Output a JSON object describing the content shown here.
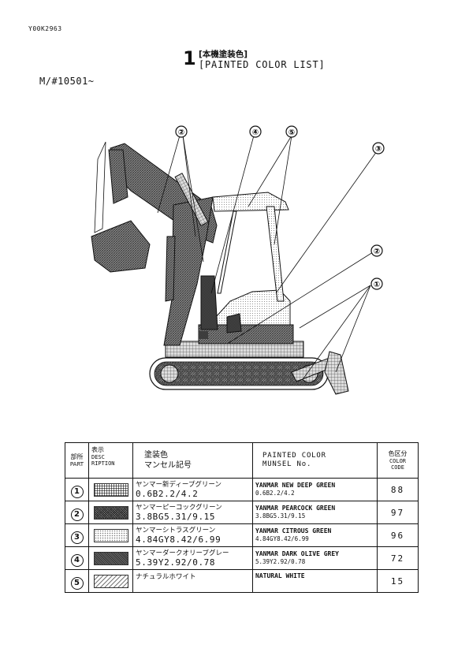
{
  "document_id": "Y00K2963",
  "section": {
    "number": "1",
    "title_jp": "[本機塗装色]",
    "title_en": "[PAINTED COLOR LIST]"
  },
  "model_serial": "M/#10501~",
  "illustration": {
    "callouts": [
      "②",
      "④",
      "⑤",
      "③",
      "②",
      "①"
    ]
  },
  "table": {
    "headers": {
      "part_jp": "部所",
      "part_en": "PART",
      "desc_jp": "表示",
      "desc_en_1": "DESC",
      "desc_en_2": "RIPTION",
      "color_jp_1": "塗装色",
      "color_jp_2": "マンセル記号",
      "color_en_1": "PAINTED COLOR",
      "color_en_2": "MUNSEL No.",
      "code_jp": "色区分",
      "code_en_1": "COLOR",
      "code_en_2": "CODE"
    },
    "rows": [
      {
        "part": "1",
        "swatch": "green-grid-pattern",
        "name_jp": "ヤンマー新ディープグリーン",
        "munsell_jp": "0.6B2.2/4.2",
        "name_en": "YANMAR NEW DEEP GREEN",
        "munsell_en": "0.6B2.2/4.2",
        "code": "88"
      },
      {
        "part": "2",
        "swatch": "dense-crosshatch-pattern",
        "name_jp": "ヤンマーピーコックグリーン",
        "munsell_jp": "3.8BG5.31/9.15",
        "name_en": "YANMAR PEARCOCK GREEN",
        "munsell_en": "3.8BG5.31/9.15",
        "code": "97"
      },
      {
        "part": "3",
        "swatch": "light-dot-pattern",
        "name_jp": "ヤンマーシトラスグリーン",
        "munsell_jp": "4.84GY8.42/6.99",
        "name_en": "YANMAR CITROUS GREEN",
        "munsell_en": "4.84GY8.42/6.99",
        "code": "96"
      },
      {
        "part": "4",
        "swatch": "dark-solid-pattern",
        "name_jp": "ヤンマーダークオリーブグレー",
        "munsell_jp": "5.39Y2.92/0.78",
        "name_en": "YANMAR DARK OLIVE GREY",
        "munsell_en": "5.39Y2.92/0.78",
        "code": "72"
      },
      {
        "part": "5",
        "swatch": "diagonal-hatch-pattern",
        "name_jp": "ナチュラルホワイト",
        "munsell_jp": "",
        "name_en": "NATURAL WHITE",
        "munsell_en": "",
        "code": "15"
      }
    ]
  }
}
